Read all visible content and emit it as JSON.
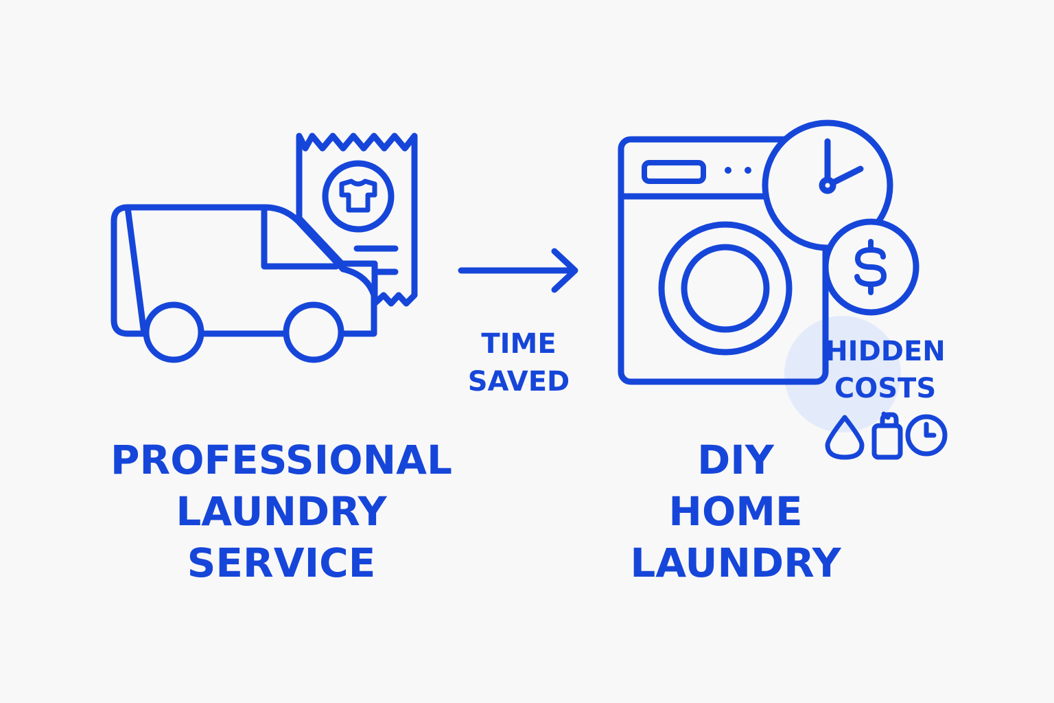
{
  "colors": {
    "accent": "#1646d9",
    "background": "#f8f8f8",
    "highlight": "#e3ebfb"
  },
  "icons": {
    "left": [
      "delivery-van-icon",
      "laundry-receipt-icon",
      "t-shirt-icon"
    ],
    "middle": [
      "arrow-right-icon"
    ],
    "right": [
      "washing-machine-icon",
      "clock-icon",
      "dollar-coin-icon",
      "water-drop-icon",
      "detergent-bottle-icon",
      "small-clock-icon"
    ]
  },
  "left": {
    "line1": "PROFESSIONAL",
    "line2": "LAUNDRY",
    "line3": "SERVICE"
  },
  "arrow": {
    "line1": "TIME",
    "line2": "SAVED"
  },
  "right": {
    "line1": "DIY",
    "line2": "HOME",
    "line3": "LAUNDRY",
    "hidden_line1": "HIDDEN",
    "hidden_line2": "COSTS"
  }
}
